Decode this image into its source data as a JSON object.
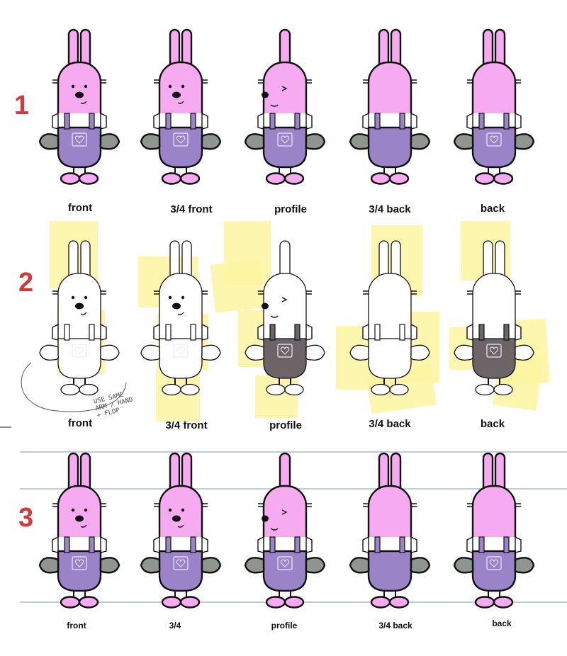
{
  "sheet": {
    "rows": [
      {
        "number": "1",
        "style": "color",
        "views": [
          {
            "label": "front",
            "pose": "front"
          },
          {
            "label": "3/4 front",
            "pose": "three_quarter_front"
          },
          {
            "label": "profile",
            "pose": "profile"
          },
          {
            "label": "3/4 back",
            "pose": "three_quarter_back"
          },
          {
            "label": "back",
            "pose": "back"
          }
        ]
      },
      {
        "number": "2",
        "style": "sketch",
        "views": [
          {
            "label": "front",
            "pose": "front"
          },
          {
            "label": "3/4 front",
            "pose": "three_quarter_front"
          },
          {
            "label": "profile",
            "pose": "profile"
          },
          {
            "label": "3/4 back",
            "pose": "three_quarter_back"
          },
          {
            "label": "back",
            "pose": "back"
          }
        ],
        "note": "USE SAME\nARM / HAND\n+ FLOP"
      },
      {
        "number": "3",
        "style": "color",
        "views": [
          {
            "label": "front",
            "pose": "front"
          },
          {
            "label": "3/4",
            "pose": "three_quarter_front"
          },
          {
            "label": "profile",
            "pose": "profile"
          },
          {
            "label": "3/4 back",
            "pose": "three_quarter_back"
          },
          {
            "label": "back",
            "pose": "back"
          }
        ]
      }
    ]
  },
  "colors": {
    "body_pink": "#f6aaf0",
    "overalls_purple": "#9b83c8",
    "hands_gray": "#8f9690",
    "feet_pink": "#f6aaf0",
    "outline": "#111111",
    "sticky_yellow": "#fbf5a0",
    "guide_blue": "#8fb1c8",
    "number_red": "#d23a3a"
  }
}
